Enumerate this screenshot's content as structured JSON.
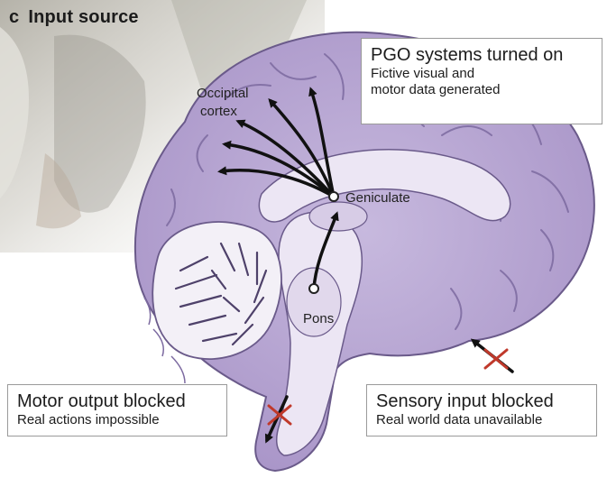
{
  "panel": {
    "letter": "c",
    "title": "Input source"
  },
  "labels": {
    "occipital_line1": "Occipital",
    "occipital_line2": "cortex",
    "geniculate": "Geniculate",
    "pons": "Pons"
  },
  "callouts": {
    "pgo": {
      "heading": "PGO systems turned on",
      "line1": "Fictive visual and",
      "line2": "motor data generated"
    },
    "motor": {
      "heading": "Motor output blocked",
      "line1": "Real actions impossible"
    },
    "sensory": {
      "heading": "Sensory input blocked",
      "line1": "Real world data unavailable"
    }
  },
  "colors": {
    "brain_fill": "#b9a8d4",
    "brain_light": "#e6def0",
    "brain_outline": "#6a5a8a",
    "arrow": "#111111",
    "blocked_mark": "#c0392b",
    "background_photo": "#c9c6bd"
  }
}
